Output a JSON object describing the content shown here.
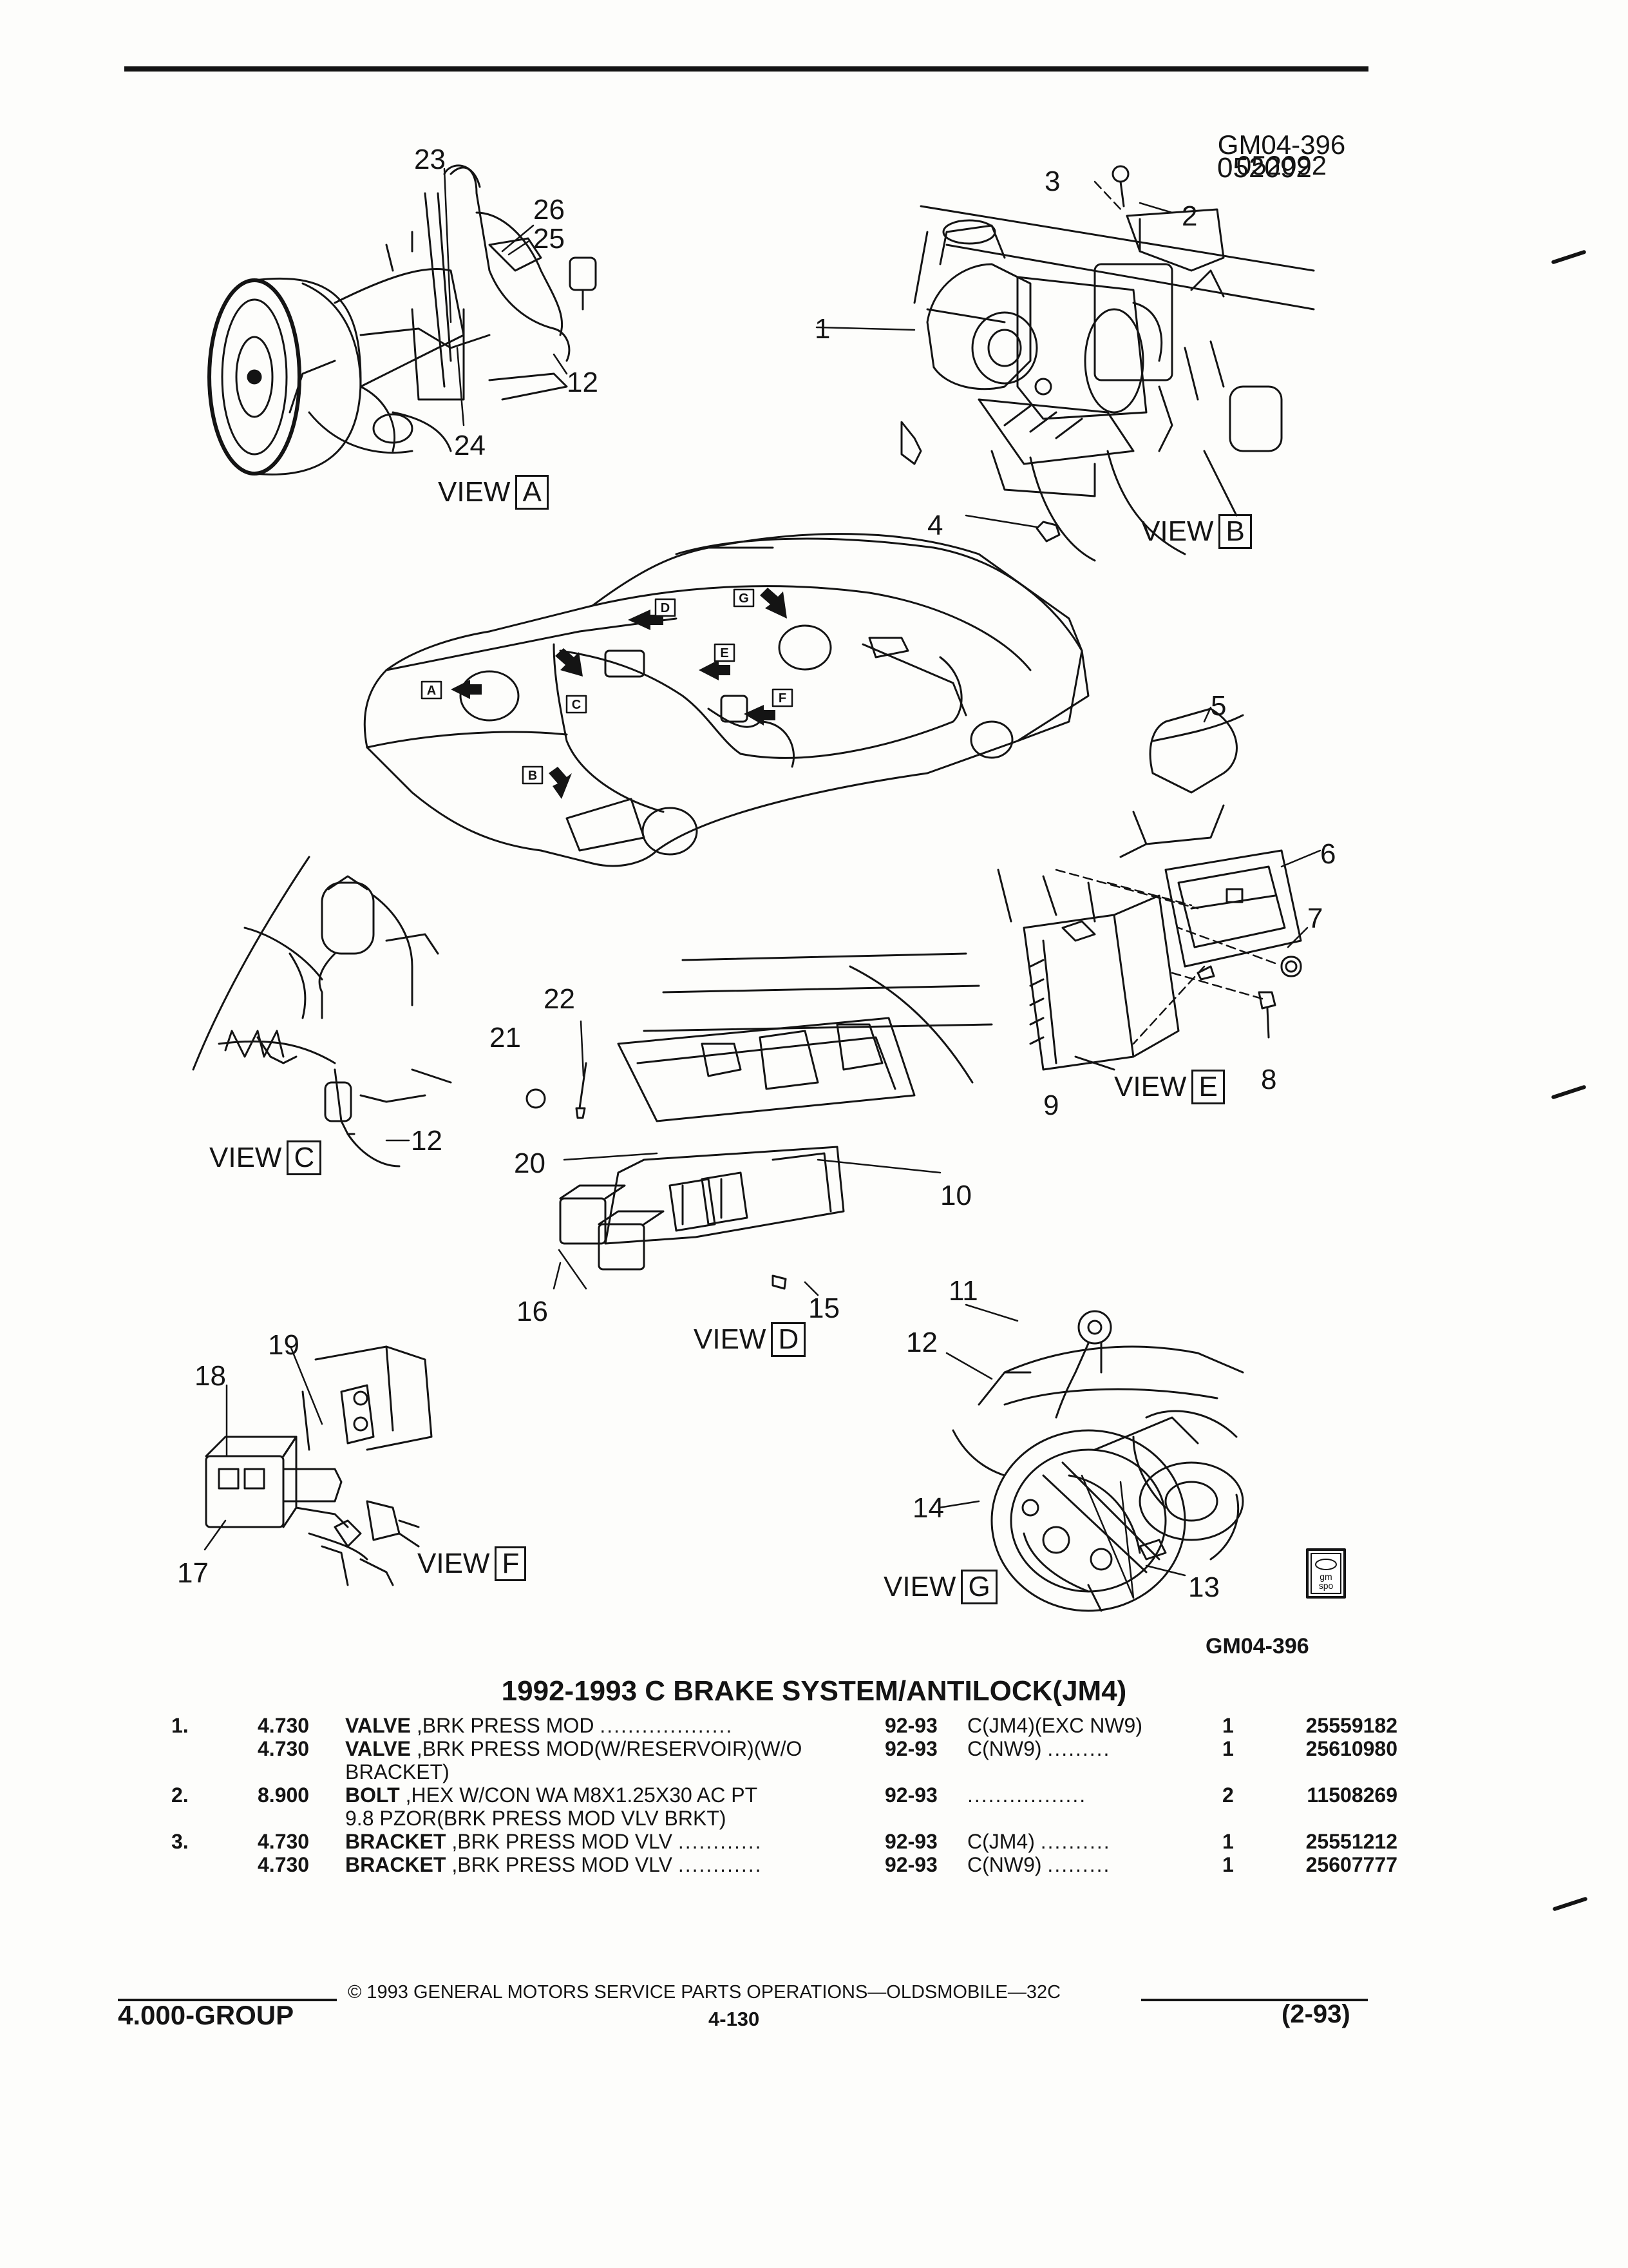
{
  "figure": {
    "code_top": "GM04-396",
    "date_code": "052092",
    "code_bottom": "GM04-396",
    "view_word": "VIEW",
    "views": [
      "A",
      "B",
      "C",
      "D",
      "E",
      "F",
      "G"
    ],
    "callouts": [
      "1",
      "2",
      "3",
      "4",
      "5",
      "6",
      "7",
      "8",
      "9",
      "10",
      "11",
      "12",
      "13",
      "14",
      "15",
      "16",
      "17",
      "18",
      "19",
      "20",
      "21",
      "22",
      "23",
      "24",
      "25",
      "26"
    ],
    "vehicle_arrow_labels": [
      "A",
      "B",
      "C",
      "D",
      "E",
      "F",
      "G"
    ],
    "badge_text": "gm spo"
  },
  "section_title": "1992-1993 C BRAKE SYSTEM/ANTILOCK(JM4)",
  "parts": [
    {
      "idx": "1.",
      "group": "4.730",
      "name": "VALVE",
      "desc": " ,BRK PRESS MOD",
      "desc2": "",
      "years": "92-93",
      "application": "C(JM4)(EXC NW9)",
      "qty": "1",
      "part_no": "25559182"
    },
    {
      "idx": "",
      "group": "4.730",
      "name": "VALVE",
      "desc": " ,BRK PRESS MOD(W/RESERVOIR)(W/O",
      "desc2": "BRACKET)",
      "years": "92-93",
      "application": "C(NW9)",
      "qty": "1",
      "part_no": "25610980"
    },
    {
      "idx": "2.",
      "group": "8.900",
      "name": "BOLT",
      "desc": " ,HEX W/CON WA M8X1.25X30 AC PT",
      "desc2": "9.8 PZOR(BRK PRESS MOD VLV BRKT)",
      "years": "92-93",
      "application": "",
      "qty": "2",
      "part_no": "11508269"
    },
    {
      "idx": "3.",
      "group": "4.730",
      "name": "BRACKET",
      "desc": " ,BRK PRESS MOD VLV",
      "desc2": "",
      "years": "92-93",
      "application": "C(JM4)",
      "qty": "1",
      "part_no": "25551212"
    },
    {
      "idx": "",
      "group": "4.730",
      "name": "BRACKET",
      "desc": " ,BRK PRESS MOD VLV",
      "desc2": "",
      "years": "92-93",
      "application": "C(NW9)",
      "qty": "1",
      "part_no": "25607777"
    }
  ],
  "footer": {
    "copyright": "© 1993 GENERAL MOTORS SERVICE PARTS OPERATIONS—OLDSMOBILE—32C",
    "group": "4.000-GROUP",
    "page": "4-130",
    "revision": "(2-93)"
  }
}
